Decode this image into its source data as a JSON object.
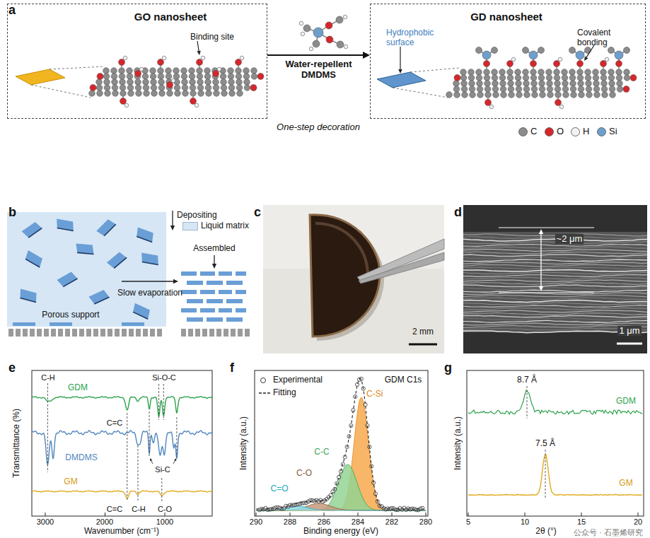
{
  "diagram": {
    "nodes": [
      {
        "text": [
          "GO nanosheet",
          "Binding site"
        ]
      },
      {
        "text": [
          "GD nanosheet",
          "Hydrophobic surface",
          "Covalent bonding"
        ]
      }
    ],
    "edges": [
      {
        "from": 0,
        "to": 1,
        "arrow": "to",
        "label": "Water-repellent DMDMS"
      }
    ],
    "labels": [
      "a",
      "One-step decoration",
      "b",
      "Depositing",
      "Assembled",
      "Slow evaporation",
      "Porous support",
      "c",
      "2 mm",
      "d",
      "~2 μm",
      "1 μm",
      "e",
      "Transmittance (%)",
      "C-H",
      "GDM",
      "Si-O-C",
      "C=C",
      "DMDMS",
      "Si-C",
      "GM",
      "C=C",
      "C-H",
      "C-O",
      "3000",
      "2000",
      "1000",
      "Wavenumber (cm⁻¹)",
      "f",
      "Intensity (a.u.)",
      "GDM C1s",
      "C-Si",
      "C-C",
      "C-O",
      "C=O",
      "290",
      "288",
      "286",
      "284",
      "282",
      "280",
      "Binding energy (eV)",
      "g",
      "8.7 Å",
      "Intensity (a.u.)",
      "GDM",
      "7.5 Å",
      "GM",
      "5",
      "10",
      "15",
      "20",
      "2θ (°)",
      "公众号 · 石墨烯研究"
    ],
    "legend": [
      {
        "text": "C",
        "color": "#8c8c8c"
      },
      {
        "text": "O",
        "color": "#d7262b"
      },
      {
        "text": "H",
        "color": "#f2f2f2"
      },
      {
        "text": "Si",
        "color": "#6e9fcc"
      },
      {
        "text": "Liquid matrix",
        "color": "#d6e6f5"
      },
      {
        "text": "Experimental"
      },
      {
        "text": "Fitting"
      }
    ]
  }
}
